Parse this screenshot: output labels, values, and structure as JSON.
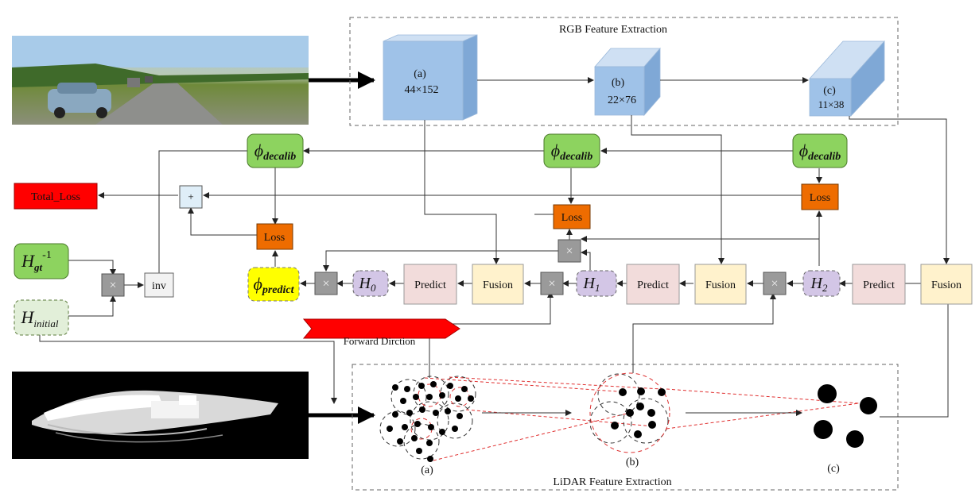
{
  "rgb_panel": {
    "title": "RGB Feature Extraction",
    "blocks": [
      {
        "letter": "(a)",
        "size": "44×152"
      },
      {
        "letter": "(b)",
        "size": "22×76"
      },
      {
        "letter": "(c)",
        "size": "11×38"
      }
    ]
  },
  "lidar_panel": {
    "title": "LiDAR Feature Extraction",
    "labels": [
      "(a)",
      "(b)",
      "(c)"
    ]
  },
  "phi_decalib": {
    "base": "ϕ",
    "sub": "decalib"
  },
  "phi_predict": {
    "base": "ϕ",
    "sub": "predict"
  },
  "total_loss": "Total_Loss",
  "loss_label": "Loss",
  "plus_label": "+",
  "times_label": "×",
  "inv_label": "inv",
  "predict_label": "Predict",
  "fusion_label": "Fusion",
  "h_gt": {
    "base": "H",
    "sub": "gt",
    "sup": "-1"
  },
  "h_initial": {
    "base": "H",
    "sub": "initial"
  },
  "h0": {
    "base": "H",
    "sub": "0"
  },
  "h1": {
    "base": "H",
    "sub": "1"
  },
  "h2": {
    "base": "H",
    "sub": "2"
  },
  "forward_label": "Forward Dirction",
  "colors": {
    "green": "#8dd35f",
    "orange": "#ee6c00",
    "red": "#ff0000",
    "yellow": "#ffff00",
    "cube": "#9fc2e8",
    "purple": "#d3c6e6",
    "pink": "#f2dcdb",
    "cream": "#fff2cc"
  }
}
